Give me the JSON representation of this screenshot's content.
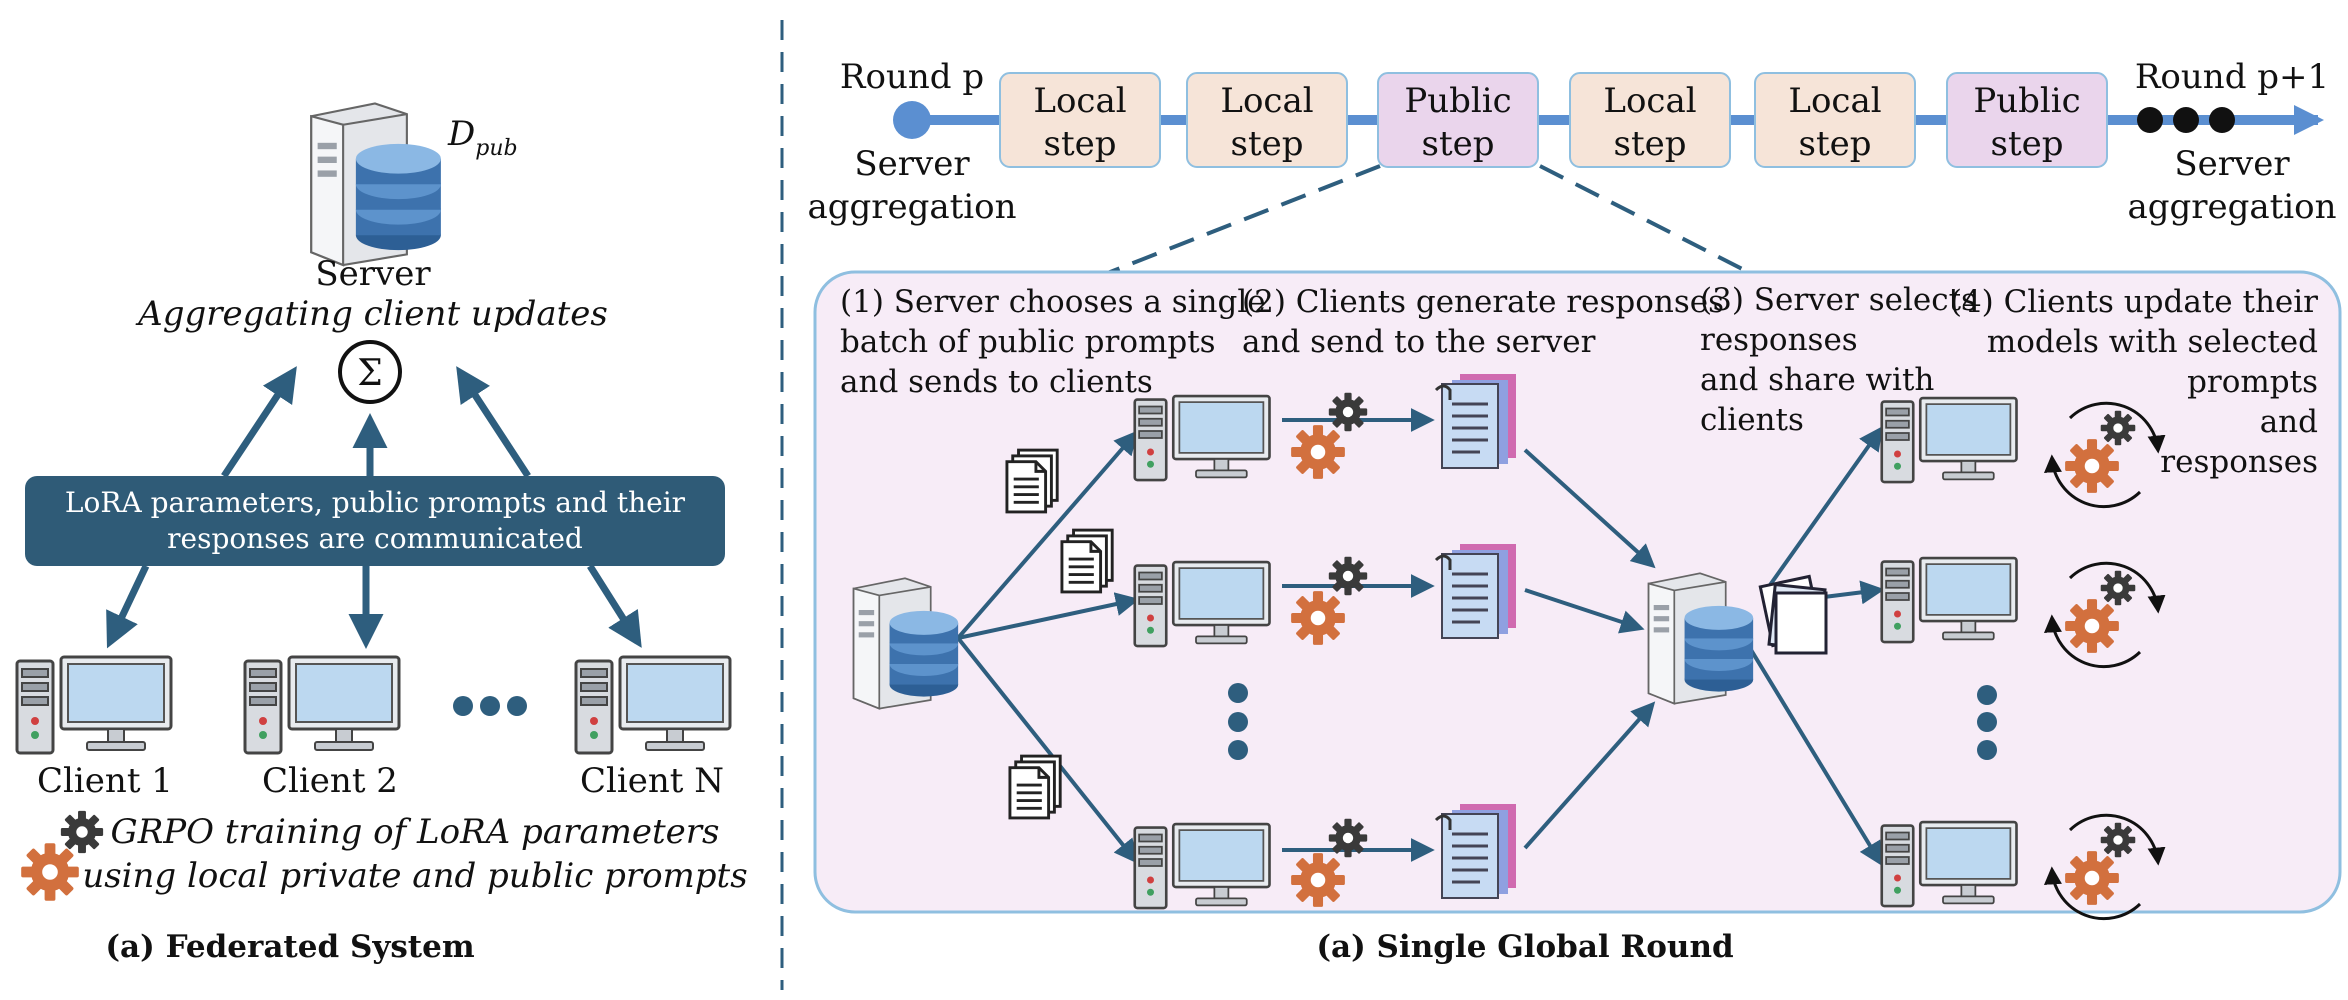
{
  "left_panel": {
    "server_dataset_label": "D",
    "server_dataset_sub": "pub",
    "server_label": "Server",
    "server_caption": "Aggregating client updates",
    "sum_symbol": "Σ",
    "banner_line1": "LoRA parameters, public prompts and their",
    "banner_line2": "responses are communicated",
    "clients": [
      "Client 1",
      "Client 2",
      "Client N"
    ],
    "legend_line1": "GRPO training of LoRA parameters",
    "legend_line2": "using local private and public prompts",
    "caption": "(a) Federated System"
  },
  "right_panel": {
    "round_start": "Round p",
    "round_end": "Round p+1",
    "start_sub_1": "Server",
    "start_sub_2": "aggregation",
    "end_sub_1": "Server",
    "end_sub_2": "aggregation",
    "steps": [
      {
        "line1": "Local",
        "line2": "step",
        "kind": "local"
      },
      {
        "line1": "Local",
        "line2": "step",
        "kind": "local"
      },
      {
        "line1": "Public",
        "line2": "step",
        "kind": "public"
      },
      {
        "line1": "Local",
        "line2": "step",
        "kind": "local"
      },
      {
        "line1": "Local",
        "line2": "step",
        "kind": "local"
      },
      {
        "line1": "Public",
        "line2": "step",
        "kind": "public"
      }
    ],
    "phase1": [
      "(1) Server chooses a single",
      "batch of public prompts",
      "and sends to clients"
    ],
    "phase2": [
      "(2) Clients generate responses",
      "and send to the server"
    ],
    "phase3": [
      "(3) Server selects",
      "responses",
      "and share with",
      "clients"
    ],
    "phase4": [
      "(4) Clients update their",
      "models with selected",
      "prompts",
      "and",
      "responses"
    ],
    "caption": "(a) Single Global Round"
  },
  "colors": {
    "arrow": "#2e5e7e",
    "banner": "#2f5b77",
    "local_step": "#f6e4d8",
    "public_step": "#ead5ec",
    "timeline": "#5b8fd1",
    "detail_bg": "#f7ecf7",
    "detail_border": "#8fbfe0",
    "gear_orange": "#d2703e",
    "gear_dark": "#3a3a3a"
  }
}
